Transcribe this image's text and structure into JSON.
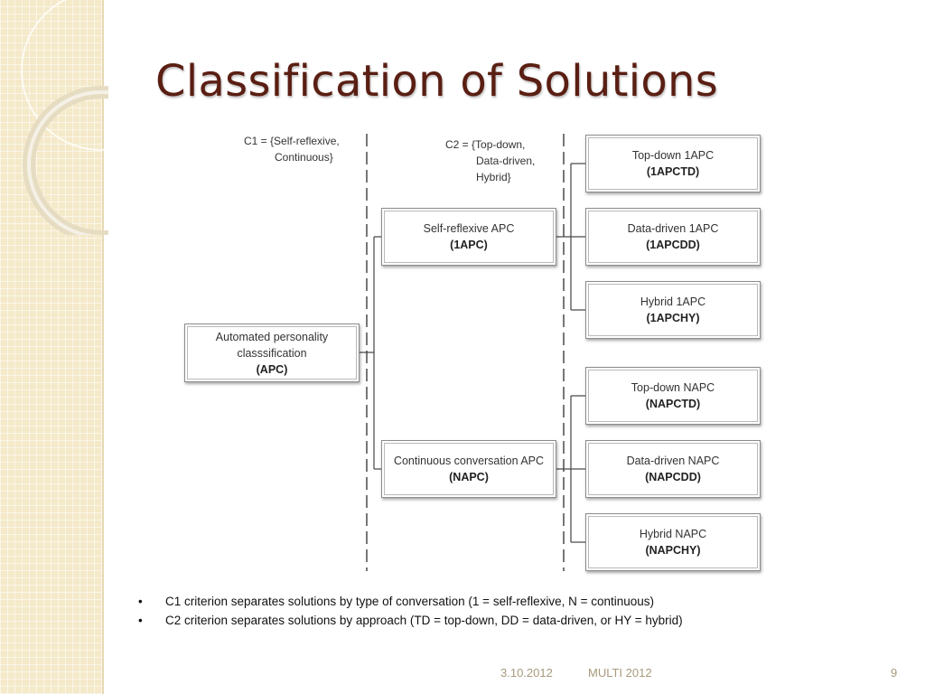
{
  "title": "Classification of Solutions",
  "criteria": {
    "c1_line1": "C1 = {Self-reflexive,",
    "c1_line2": "Continuous}",
    "c2_line1": "C2 = {Top-down,",
    "c2_line2": "Data-driven,",
    "c2_line3": "Hybrid}"
  },
  "nodes": {
    "root": {
      "line1": "Automated personality",
      "line2": "classsification",
      "code": "(APC)"
    },
    "self_reflexive": {
      "label": "Self-reflexive APC",
      "code": "(1APC)"
    },
    "continuous": {
      "label": "Continuous conversation APC",
      "code": "(NAPC)"
    },
    "td_1apc": {
      "label": "Top-down 1APC",
      "code": "(1APCTD)"
    },
    "dd_1apc": {
      "label": "Data-driven 1APC",
      "code": "(1APCDD)"
    },
    "hy_1apc": {
      "label": "Hybrid 1APC",
      "code": "(1APCHY)"
    },
    "td_napc": {
      "label": "Top-down NAPC",
      "code": "(NAPCTD)"
    },
    "dd_napc": {
      "label": "Data-driven NAPC",
      "code": "(NAPCDD)"
    },
    "hy_napc": {
      "label": "Hybrid NAPC",
      "code": "(NAPCHY)"
    }
  },
  "bullets": [
    "C1 criterion separates solutions by type of conversation (1 = self-reflexive, N = continuous)",
    "C2 criterion separates solutions by approach (TD = top-down, DD = data-driven, or HY = hybrid)"
  ],
  "bullet_symbol": "•",
  "footer": {
    "date": "3.10.2012",
    "event": "MULTI 2012",
    "page": "9"
  },
  "colors": {
    "title": "#5a1e12",
    "strip": "#f4e9c9",
    "footer": "#a69a7c"
  }
}
